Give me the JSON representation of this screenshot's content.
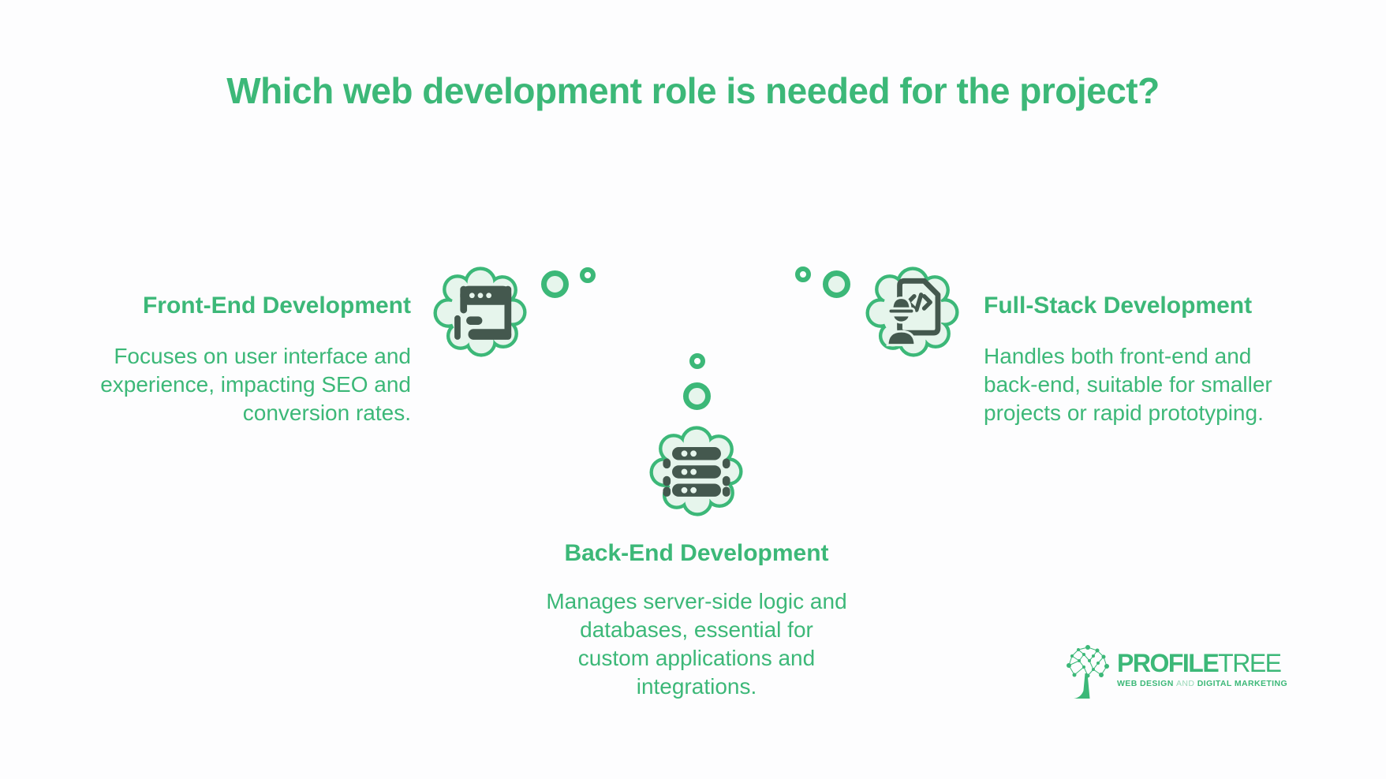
{
  "page": {
    "title": "Which web development role is needed for the project?",
    "colors": {
      "accent_green": "#3cb878",
      "icon_dark": "#44584e",
      "cloud_fill": "#e6f5ec",
      "background": "#fdfdfe"
    }
  },
  "sections": [
    {
      "id": "front-end",
      "heading": "Front-End Development",
      "body_lines": [
        "Focuses on user interface and",
        "experience, impacting SEO and",
        "conversion rates."
      ],
      "icon": "browser-click-icon"
    },
    {
      "id": "back-end",
      "heading": "Back-End Development",
      "body_lines": [
        "Manages server-side logic and",
        "databases, essential for",
        "custom applications and",
        "integrations."
      ],
      "icon": "server-stack-icon"
    },
    {
      "id": "full-stack",
      "heading": "Full-Stack Development",
      "body_lines": [
        "Handles both front-end and",
        "back-end, suitable for smaller",
        "projects or rapid prototyping."
      ],
      "icon": "engineer-code-document-icon"
    }
  ],
  "logo": {
    "icon": "network-tree-icon",
    "name_primary": "PROFILE",
    "name_secondary": "TREE",
    "tagline_lead": "WEB DESIGN",
    "tagline_connector": "AND",
    "tagline_tail": "DIGITAL MARKETING"
  }
}
